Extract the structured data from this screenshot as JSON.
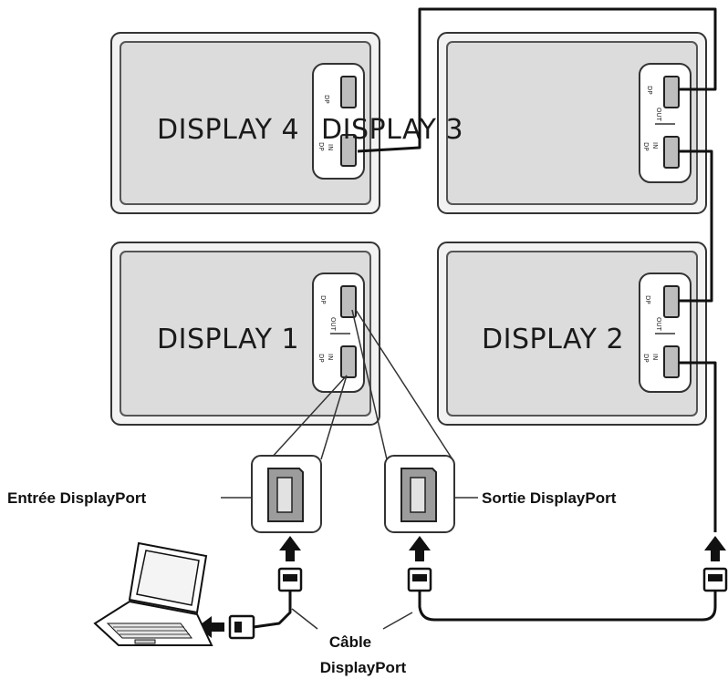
{
  "displays": [
    {
      "label": "DISPLAY 4"
    },
    {
      "label": "DISPLAY 3"
    },
    {
      "label": "DISPLAY 1"
    },
    {
      "label": "DISPLAY 2"
    }
  ],
  "port_labels": {
    "dp": "DP",
    "in": "IN",
    "out": "OUT"
  },
  "callouts": {
    "input": "Entrée DisplayPort",
    "output": "Sortie DisplayPort",
    "cable_line1": "Câble",
    "cable_line2": "DisplayPort"
  },
  "icons": [
    "laptop-icon",
    "displayport-plug-icon",
    "arrow-up-icon",
    "arrow-left-icon",
    "displayport-socket-icon"
  ],
  "colors": {
    "panel": "#dcdcdc",
    "outline": "#3a3a3a",
    "cable": "#111111",
    "background": "#ffffff"
  }
}
